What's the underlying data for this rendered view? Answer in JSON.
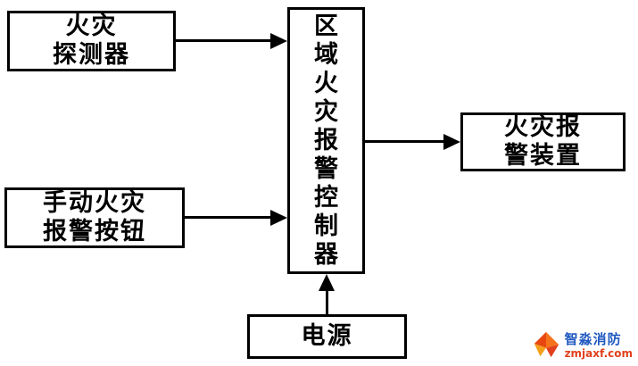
{
  "diagram": {
    "fire_detector": {
      "lines": [
        "火灾",
        "探测器"
      ]
    },
    "manual_button": {
      "lines": [
        "手动火灾",
        "报警按钮"
      ]
    },
    "controller": {
      "text": "区域火灾报警控制器"
    },
    "alarm_device": {
      "lines": [
        "火灾报",
        "警装置"
      ]
    },
    "power": {
      "text": "电源"
    },
    "connections": [
      "fire_detector -> controller",
      "manual_button -> controller",
      "controller -> alarm_device",
      "power -> controller"
    ]
  },
  "logo": {
    "name": "智淼消防",
    "url": "zmjaxf.com"
  },
  "colors": {
    "line": "#000000",
    "box_background": "#ffffff",
    "logo_blue": "#1f58c0",
    "logo_red": "#e2401c",
    "logo_orange": "#f5731a"
  }
}
